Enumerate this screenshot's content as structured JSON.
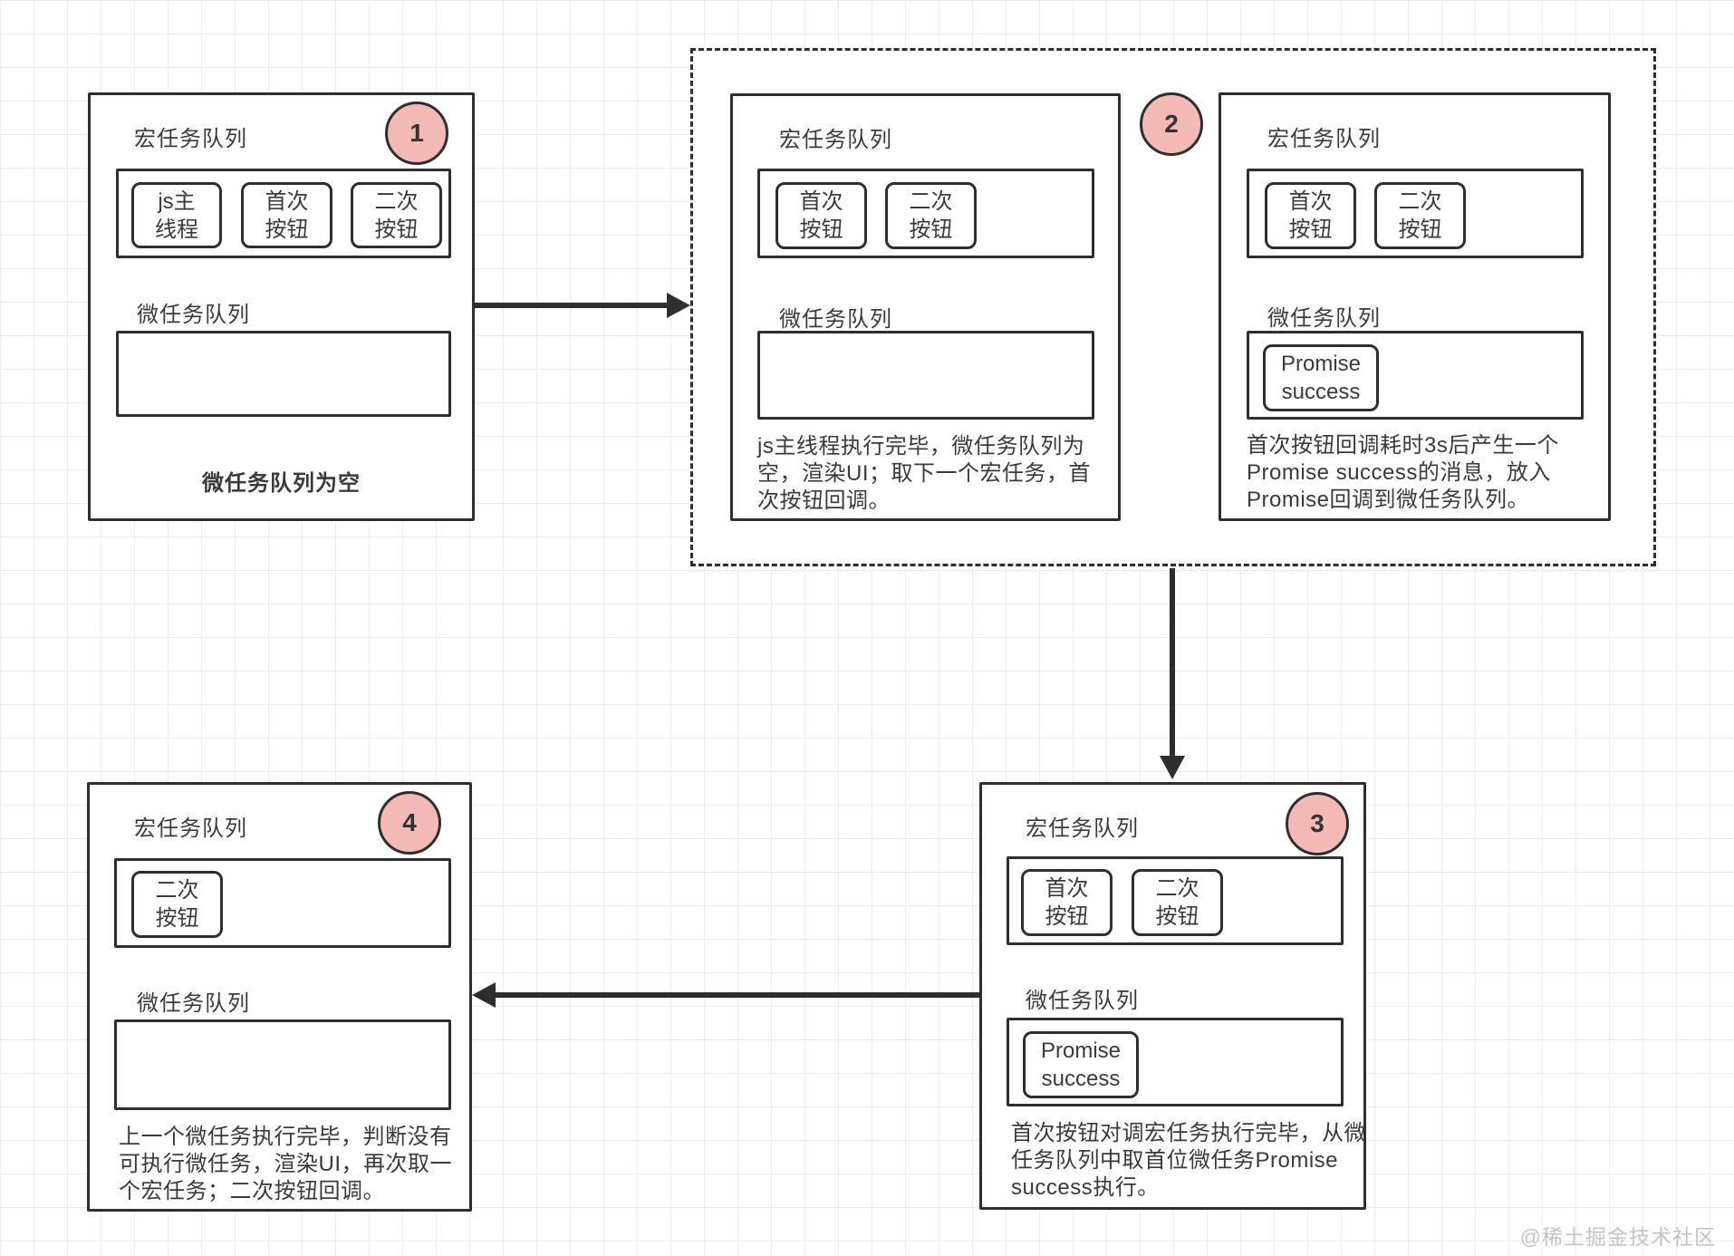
{
  "colors": {
    "line": "#2e2e2e",
    "text": "#3a3a3a",
    "badge_fill": "#f3b9b6",
    "grid": "#ededed",
    "watermark": "#c4c4c4"
  },
  "labels": {
    "macro": "宏任务队列",
    "micro": "微任务队列"
  },
  "tasks": {
    "js_main": "js主线程",
    "first_btn": "首次按钮",
    "second_btn": "二次按钮",
    "promise": "Promise success"
  },
  "badges": {
    "s1": "1",
    "s2": "2",
    "s3": "3",
    "s4": "4"
  },
  "captions": {
    "p1": "微任务队列为空",
    "p2a": "js主线程执行完毕，微任务队列为空，渲染UI；取下一个宏任务，首次按钮回调。",
    "p2b": "首次按钮回调耗时3s后产生一个Promise success的消息，放入Promise回调到微任务队列。",
    "p3": "首次按钮对调宏任务执行完毕，从微任务队列中取首位微任务Promise success执行。",
    "p4": "上一个微任务执行完毕，判断没有可执行微任务，渲染UI，再次取一个宏任务；二次按钮回调。"
  },
  "watermark": "@稀土掘金技术社区"
}
